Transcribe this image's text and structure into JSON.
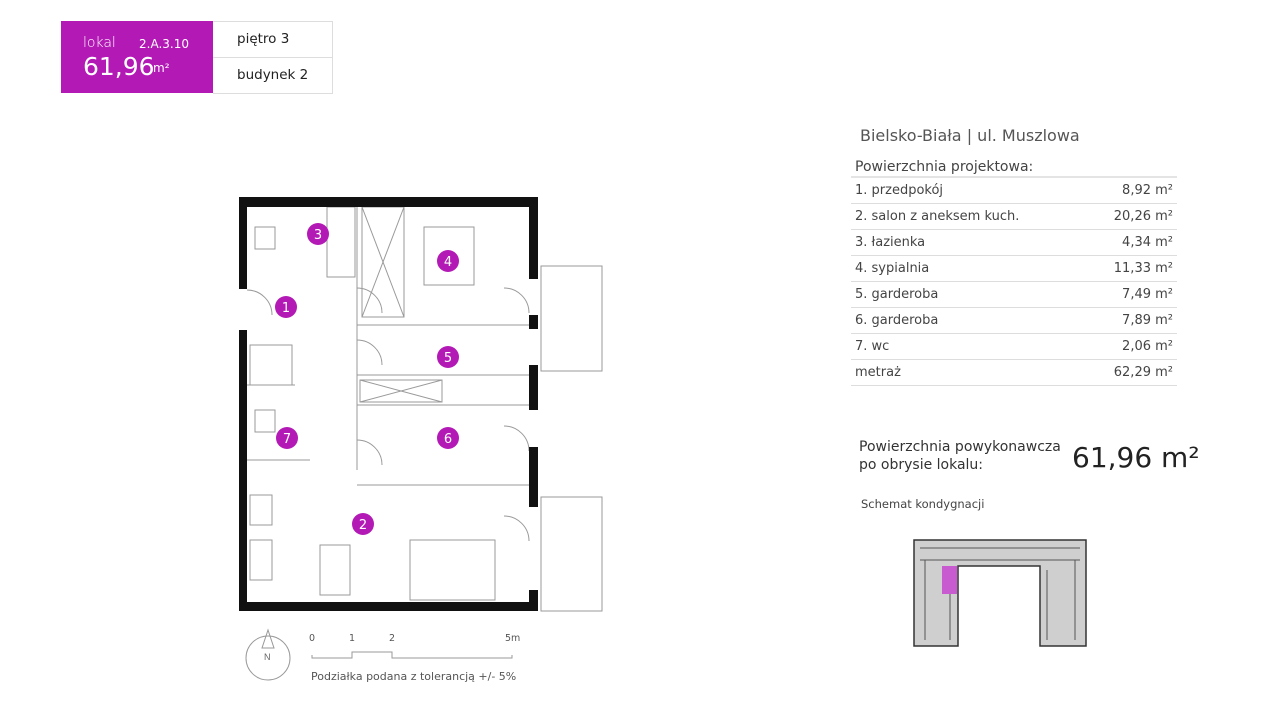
{
  "header": {
    "lokal_label": "lokal",
    "code": "2.A.3.10",
    "area": "61,96",
    "unit": "m²",
    "floor": "piętro 3",
    "building": "budynek 2"
  },
  "location": "Bielsko-Biała | ul. Muszlowa",
  "area_title": "Powierzchnia projektowa:",
  "rooms": [
    {
      "name": "1. przedpokój",
      "area": "8,92 m²"
    },
    {
      "name": "2. salon z aneksem kuch.",
      "area": "20,26 m²"
    },
    {
      "name": "3. łazienka",
      "area": "4,34 m²"
    },
    {
      "name": "4. sypialnia",
      "area": "11,33 m²"
    },
    {
      "name": "5. garderoba",
      "area": "7,49 m²"
    },
    {
      "name": "6. garderoba",
      "area": "7,89 m²"
    },
    {
      "name": "7. wc",
      "area": "2,06 m²"
    },
    {
      "name": "metraż",
      "area": "62,29 m²"
    }
  ],
  "post": {
    "label_line1": "Powierzchnia powykonawcza",
    "label_line2": "po obrysie lokalu:",
    "value": "61,96 m²"
  },
  "scheme_label": "Schemat kondygnacji",
  "plan": {
    "badges": [
      "1",
      "2",
      "3",
      "4",
      "5",
      "6",
      "7"
    ],
    "north": "N",
    "scale_ticks": [
      "0",
      "1",
      "2",
      "5m"
    ],
    "scale_note": "Podziałka podana z tolerancją +/- 5%"
  },
  "colors": {
    "accent": "#b31ab5"
  }
}
